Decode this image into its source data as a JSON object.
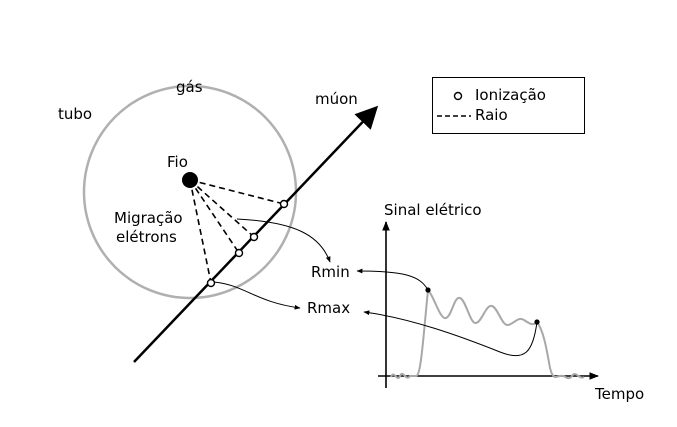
{
  "labels": {
    "tubo": "tubo",
    "gas": "gás",
    "fio": "Fio",
    "muon": "múon",
    "migracao_line1": "Migração",
    "migracao_line2": "elétrons",
    "rmin": "Rmin",
    "rmax": "Rmax",
    "sinal_eletrico": "Sinal elétrico",
    "tempo": "Tempo"
  },
  "legend": {
    "ionization": "Ionização",
    "radius": "Raio"
  },
  "colors": {
    "tube_circle": "#b0b0b0",
    "signal_trace": "#a8a8a8",
    "ink": "#000000"
  }
}
